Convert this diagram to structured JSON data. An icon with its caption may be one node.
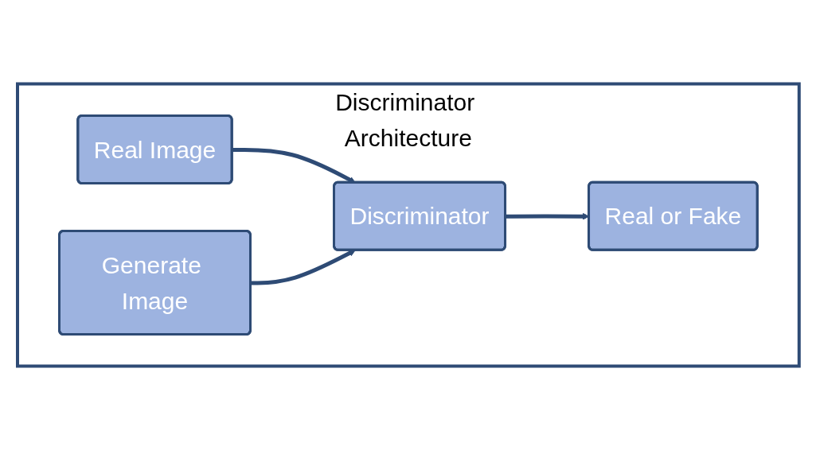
{
  "diagram": {
    "nodes": [
      {
        "text": [
          "Discriminator Architecture"
        ]
      },
      {
        "text": [
          "Real Image"
        ],
        "in": 0
      },
      {
        "text": [
          "Generate Image"
        ],
        "in": 0
      },
      {
        "text": [
          "Discriminator"
        ],
        "in": 0
      },
      {
        "text": [
          "Real or Fake"
        ],
        "in": 0
      }
    ],
    "edges": [
      {
        "from": 1,
        "to": 3,
        "arrow": "to"
      },
      {
        "from": 2,
        "to": 3,
        "arrow": "to"
      },
      {
        "from": 3,
        "to": 4,
        "arrow": "to"
      }
    ]
  }
}
